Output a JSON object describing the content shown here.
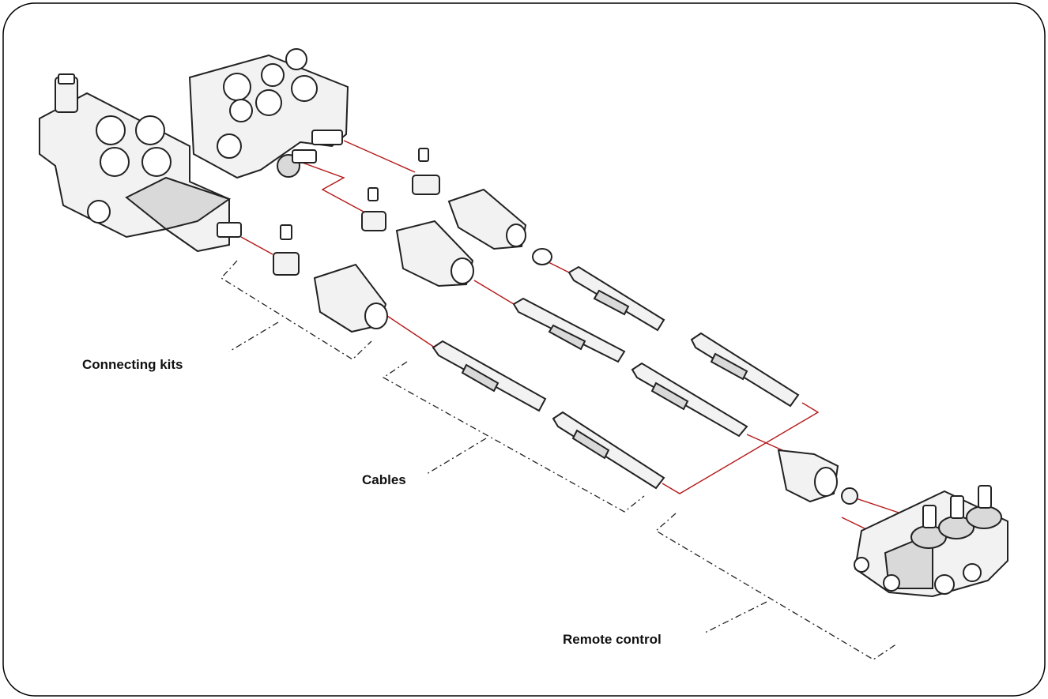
{
  "labels": {
    "connecting_kits": "Connecting kits",
    "cables": "Cables",
    "remote_control": "Remote control"
  },
  "colors": {
    "link_line": "#b51818",
    "outline": "#222222",
    "frame": "#000000"
  },
  "icons": [
    "hydraulic-valve-icon",
    "cable-icon",
    "connector-icon",
    "remote-control-valve-icon"
  ]
}
